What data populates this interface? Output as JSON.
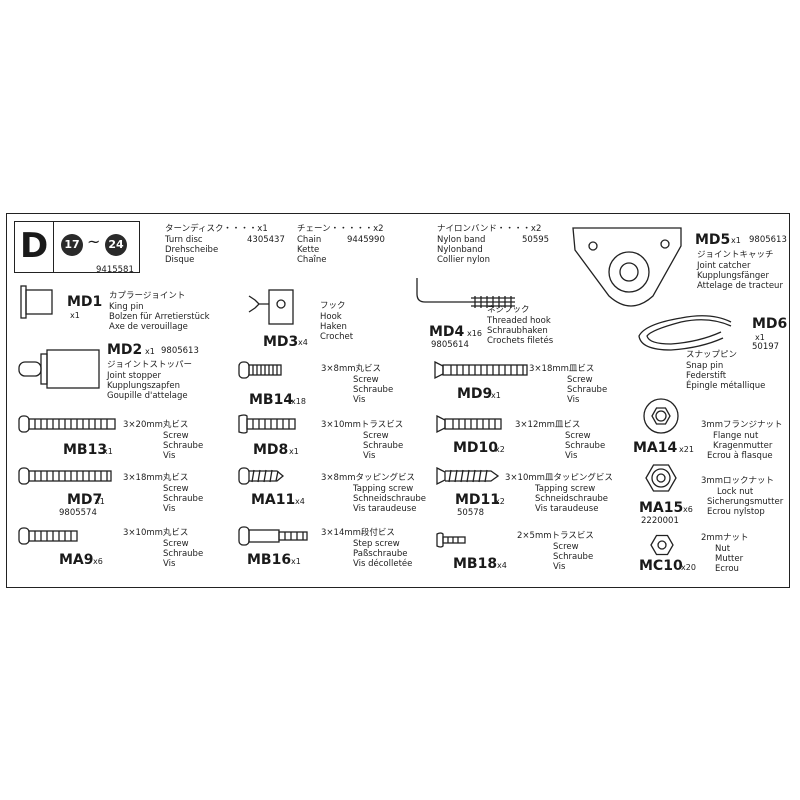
{
  "header": {
    "letter": "D",
    "range_from": "17",
    "range_sep": "~",
    "range_to": "24",
    "bag_no": "9415581"
  },
  "loose": [
    {
      "ja": "ターンディスク・・・・x1",
      "en": "Turn disc",
      "de": "Drehscheibe",
      "fr": "Disque",
      "pn": "4305437"
    },
    {
      "ja": "チェーン・・・・・x2",
      "en": "Chain",
      "de": "Kette",
      "fr": "Chaîne",
      "pn": "9445990"
    },
    {
      "ja": "ナイロンバンド・・・・x2",
      "en": "Nylon band",
      "de": "Nylonband",
      "fr": "Collier nylon",
      "pn": "50595"
    }
  ],
  "parts": {
    "md1": {
      "code": "MD1",
      "qty": "x1",
      "ja": "カプラージョイント",
      "en": "King pin",
      "de": "Bolzen für Arretierstück",
      "fr": "Axe de verouillage"
    },
    "md2": {
      "code": "MD2",
      "qty": "x1",
      "pn": "9805613",
      "ja": "ジョイントストッパー",
      "en": "Joint stopper",
      "de": "Kupplungszapfen",
      "fr": "Goupille d'attelage"
    },
    "md3": {
      "code": "MD3",
      "qty": "x4",
      "ja": "フック",
      "en": "Hook",
      "de": "Haken",
      "fr": "Crochet"
    },
    "md4": {
      "code": "MD4",
      "qty": "x16",
      "pn": "9805614",
      "ja": "ネジフック",
      "en": "Threaded hook",
      "de": "Schraubhaken",
      "fr": "Crochets filetés"
    },
    "md5": {
      "code": "MD5",
      "qty": "x1",
      "pn": "9805613",
      "ja": "ジョイントキャッチ",
      "en": "Joint catcher",
      "de": "Kupplungsfänger",
      "fr": "Attelage de tracteur"
    },
    "md6": {
      "code": "MD6",
      "qty": "x1",
      "pn": "50197",
      "ja": "スナップピン",
      "en": "Snap pin",
      "de": "Federstift",
      "fr": "Épingle métallique"
    },
    "mb13": {
      "code": "MB13",
      "qty": "x1",
      "ja": "3×20mm丸ビス",
      "en": "Screw",
      "de": "Schraube",
      "fr": "Vis"
    },
    "mb14": {
      "code": "MB14",
      "qty": "x18",
      "ja": "3×8mm丸ビス",
      "en": "Screw",
      "de": "Schraube",
      "fr": "Vis"
    },
    "md9": {
      "code": "MD9",
      "qty": "x1",
      "ja": "3×18mm皿ビス",
      "en": "Screw",
      "de": "Schraube",
      "fr": "Vis"
    },
    "ma14": {
      "code": "MA14",
      "qty": "x21",
      "ja": "3mmフランジナット",
      "en": "Flange nut",
      "de": "Kragenmutter",
      "fr": "Ecrou à flasque"
    },
    "md8": {
      "code": "MD8",
      "qty": "x1",
      "ja": "3×10mmトラスビス",
      "en": "Screw",
      "de": "Schraube",
      "fr": "Vis"
    },
    "md10": {
      "code": "MD10",
      "qty": "x2",
      "ja": "3×12mm皿ビス",
      "en": "Screw",
      "de": "Schraube",
      "fr": "Vis"
    },
    "md7": {
      "code": "MD7",
      "qty": "x1",
      "pn": "9805574",
      "ja": "3×18mm丸ビス",
      "en": "Screw",
      "de": "Schraube",
      "fr": "Vis"
    },
    "ma11": {
      "code": "MA11",
      "qty": "x4",
      "ja": "3×8mmタッピングビス",
      "en": "Tapping screw",
      "de": "Schneidschraube",
      "fr": "Vis taraudeuse"
    },
    "md11": {
      "code": "MD11",
      "qty": "x2",
      "pn": "50578",
      "ja": "3×10mm皿タッピングビス",
      "en": "Tapping screw",
      "de": "Schneidschraube",
      "fr": "Vis taraudeuse"
    },
    "ma15": {
      "code": "MA15",
      "qty": "x6",
      "pn": "2220001",
      "ja": "3mmロックナット",
      "en": "Lock nut",
      "de": "Sicherungsmutter",
      "fr": "Ecrou nylstop"
    },
    "ma9": {
      "code": "MA9",
      "qty": "x6",
      "ja": "3×10mm丸ビス",
      "en": "Screw",
      "de": "Schraube",
      "fr": "Vis"
    },
    "mb16": {
      "code": "MB16",
      "qty": "x1",
      "ja": "3×14mm段付ビス",
      "en": "Step screw",
      "de": "Paßschraube",
      "fr": "Vis décolletée"
    },
    "mb18": {
      "code": "MB18",
      "qty": "x4",
      "ja": "2×5mmトラスビス",
      "en": "Screw",
      "de": "Schraube",
      "fr": "Vis"
    },
    "mc10": {
      "code": "MC10",
      "qty": "x20",
      "ja": "2mmナット",
      "en": "Nut",
      "de": "Mutter",
      "fr": "Ecrou"
    }
  }
}
